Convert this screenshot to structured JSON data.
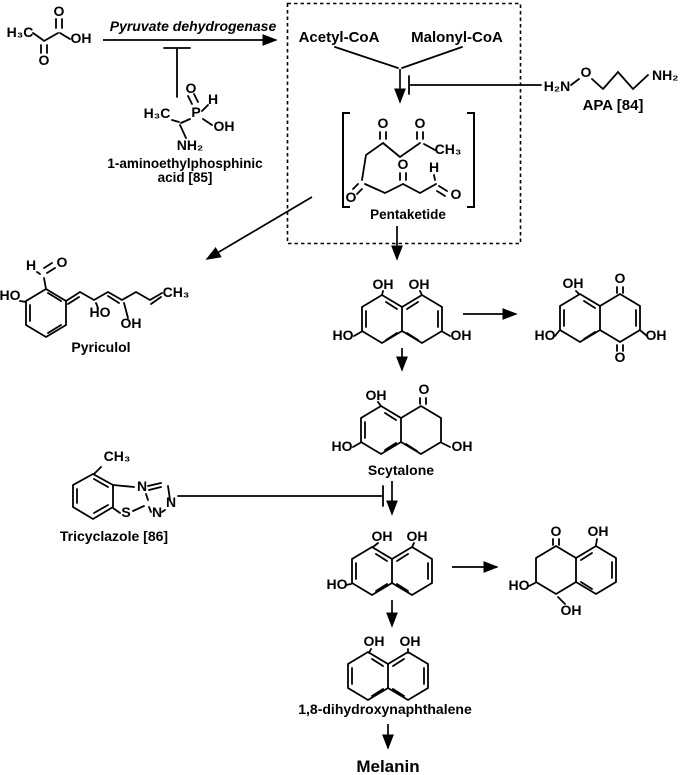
{
  "enzyme": {
    "label": "Pyruvate dehydrogenase"
  },
  "molecules": {
    "pyruvic_acid": {
      "atoms": [
        "H₃C",
        "O",
        "O",
        "OH"
      ]
    },
    "aep": {
      "atoms": [
        "O",
        "P",
        "H",
        "OH",
        "H₃C",
        "NH₂"
      ],
      "name_line1": "1-aminoethylphosphinic",
      "name_line2": "acid [85]"
    },
    "acetyl_coa": {
      "name": "Acetyl-CoA"
    },
    "malonyl_coa": {
      "name": "Malonyl-CoA"
    },
    "apa": {
      "atoms": [
        "H₂N",
        "O",
        "NH₂"
      ],
      "name": "APA [84]"
    },
    "pentaketide": {
      "atoms": [
        "O",
        "O",
        "CH₃",
        "O",
        "O",
        "H",
        "O"
      ],
      "name": "Pentaketide"
    },
    "pyriculol": {
      "atoms": [
        "HO",
        "H",
        "O",
        "HO",
        "OH",
        "CH₃"
      ],
      "name": "Pyriculol"
    },
    "tetrahydroxynaphthalene": {
      "atoms": [
        "OH",
        "OH",
        "HO",
        "OH"
      ]
    },
    "naphthoquinone": {
      "atoms": [
        "OH",
        "O",
        "HO",
        "OH",
        "O"
      ]
    },
    "scytalone": {
      "atoms": [
        "OH",
        "O",
        "HO",
        "OH"
      ],
      "name": "Scytalone"
    },
    "tricyclazole": {
      "atoms": [
        "CH₃",
        "N",
        "N",
        "N",
        "S"
      ],
      "name": "Tricyclazole [86]"
    },
    "trihydroxynaphthalene": {
      "atoms": [
        "OH",
        "OH",
        "HO"
      ]
    },
    "tetralone": {
      "atoms": [
        "O",
        "OH",
        "HO",
        "OH"
      ]
    },
    "dhn": {
      "atoms": [
        "OH",
        "OH"
      ],
      "name": "1,8-dihydroxynaphthalene"
    },
    "melanin": {
      "name": "Melanin"
    }
  },
  "colors": {
    "ink": "#000000",
    "background": "#ffffff"
  }
}
